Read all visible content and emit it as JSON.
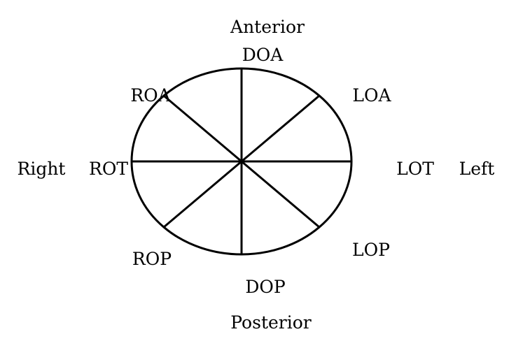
{
  "diagram": {
    "direction_labels": {
      "anterior": "Anterior",
      "posterior": "Posterior",
      "right": "Right",
      "left": "Left"
    },
    "position_labels": {
      "doa": "DOA",
      "roa": "ROA",
      "loa": "LOA",
      "rot": "ROT",
      "lot": "LOT",
      "rop": "ROP",
      "lop": "LOP",
      "dop": "DOP"
    },
    "colors": {
      "stroke": "#000000",
      "background": "#ffffff"
    }
  }
}
